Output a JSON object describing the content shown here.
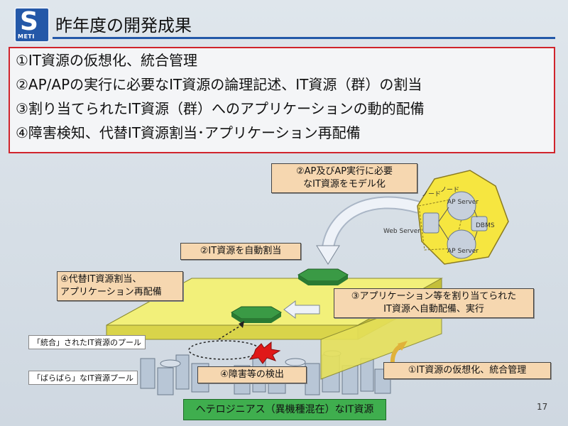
{
  "header": {
    "logo_letter": "S",
    "logo_tag": "METI",
    "title": "昨年度の開発成果"
  },
  "achievements": [
    "①IT資源の仮想化、統合管理",
    "②AP/APの実行に必要なIT資源の論理記述、IT資源（群）の割当",
    "③割り当てられたIT資源（群）へのアプリケーションの動的配備",
    "④障害検知、代替IT資源割当･アプリケーション再配備"
  ],
  "diagram": {
    "callout_model": [
      "②AP及びAP実行に必要",
      "なIT資源をモデル化"
    ],
    "callout_auto_alloc": "②IT資源を自動割当",
    "callout_realloc": [
      "④代替IT資源割当、",
      "アプリケーション再配備"
    ],
    "callout_deploy": [
      "③アプリケーション等を割り当てられた",
      "IT資源へ自動配備、実行"
    ],
    "callout_detect": "④障害等の検出",
    "callout_virtualize": "①IT資源の仮想化、統合管理",
    "pool_integrated": "「統合」されたIT資源のプール",
    "pool_scattered": "「ばらばら」なIT資源プール",
    "hetero_label": "ヘテロジニアス（異機種混在）なIT資源",
    "node_label_outer": "ノード",
    "node_label_inner": "ノード",
    "ap_server_1": "AP Server",
    "ap_server_2": "AP Server",
    "dbms": "DBMS",
    "web_server": "Web Server"
  },
  "footer": {
    "page_number": "17"
  }
}
